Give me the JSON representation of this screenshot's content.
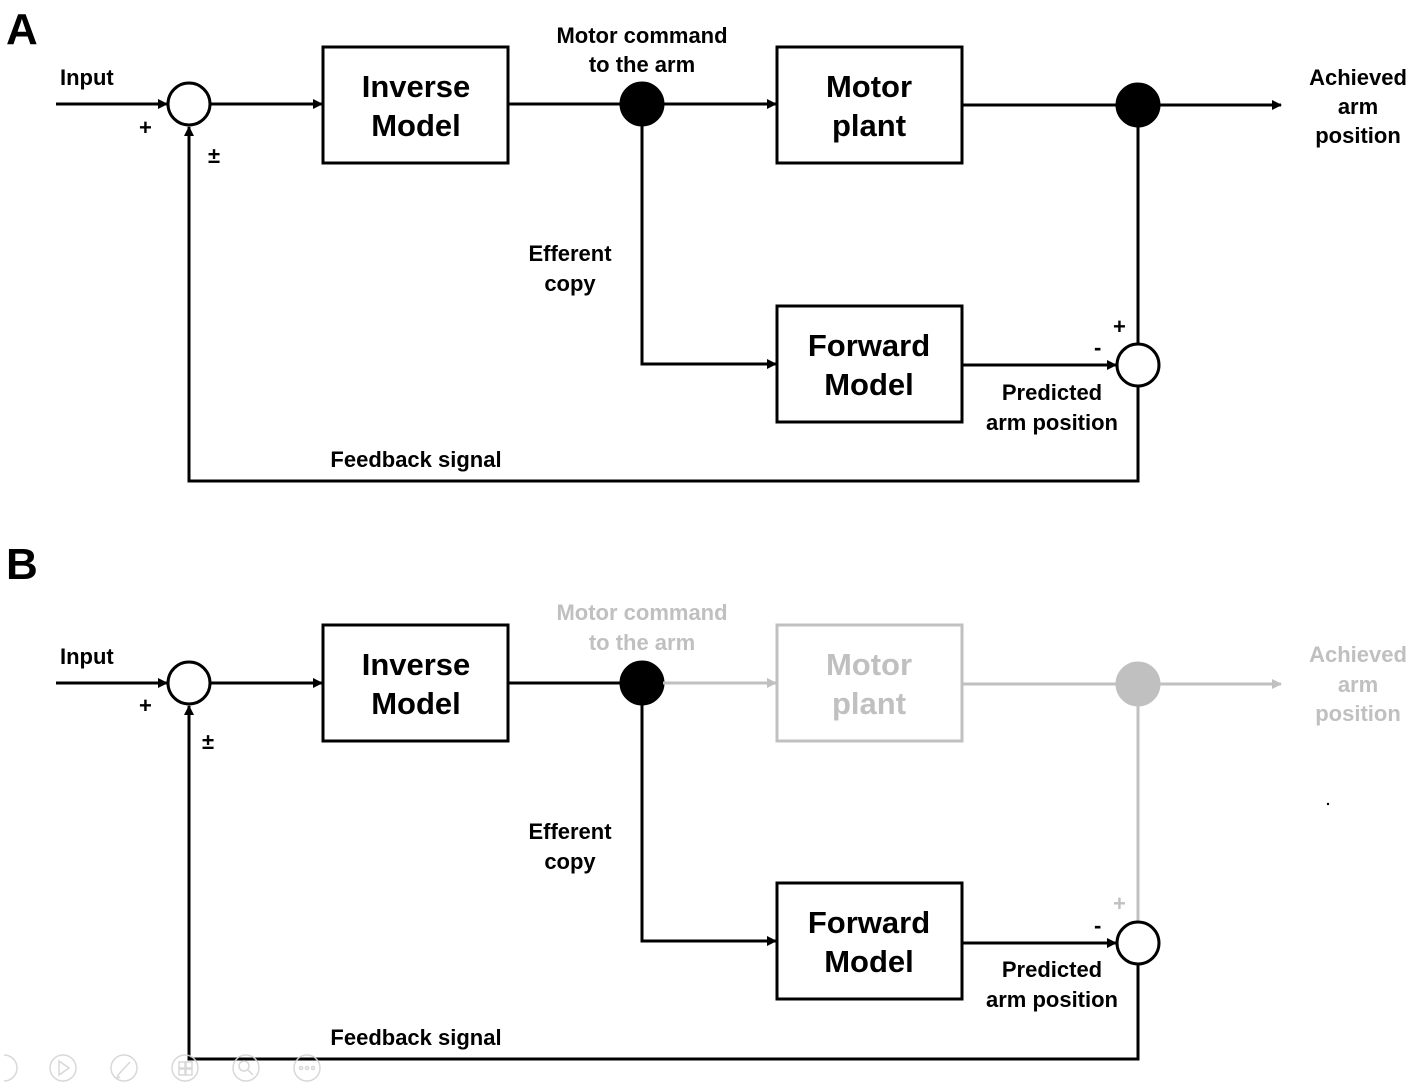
{
  "colors": {
    "ink": "#000000",
    "faded": "#c0c0c0",
    "background": "#ffffff"
  },
  "panel_a": {
    "letter": "A",
    "input": "Input",
    "plus": "+",
    "plus_minus": "±",
    "inverse_model": [
      "Inverse",
      "Model"
    ],
    "motor_command": [
      "Motor command",
      "to the arm"
    ],
    "motor_plant": [
      "Motor",
      "plant"
    ],
    "achieved": [
      "Achieved",
      "arm",
      "position"
    ],
    "efferent_copy": [
      "Efferent",
      "copy"
    ],
    "forward_model": [
      "Forward",
      "Model"
    ],
    "comparator_plus": "+",
    "comparator_minus": "-",
    "predicted": [
      "Predicted",
      "arm position"
    ],
    "feedback": "Feedback signal"
  },
  "panel_b": {
    "letter": "B",
    "input": "Input",
    "plus": "+",
    "plus_minus": "±",
    "inverse_model": [
      "Inverse",
      "Model"
    ],
    "motor_command": [
      "Motor command",
      "to the arm"
    ],
    "motor_plant": [
      "Motor",
      "plant"
    ],
    "achieved": [
      "Achieved",
      "arm",
      "position"
    ],
    "efferent_copy": [
      "Efferent",
      "copy"
    ],
    "forward_model": [
      "Forward",
      "Model"
    ],
    "comparator_plus": "+",
    "comparator_minus": "-",
    "predicted": [
      "Predicted",
      "arm position"
    ],
    "feedback": "Feedback signal"
  },
  "toolbar_icons": [
    "previous-icon",
    "play-icon",
    "pen-icon",
    "slides-icon",
    "zoom-icon",
    "more-icon"
  ]
}
